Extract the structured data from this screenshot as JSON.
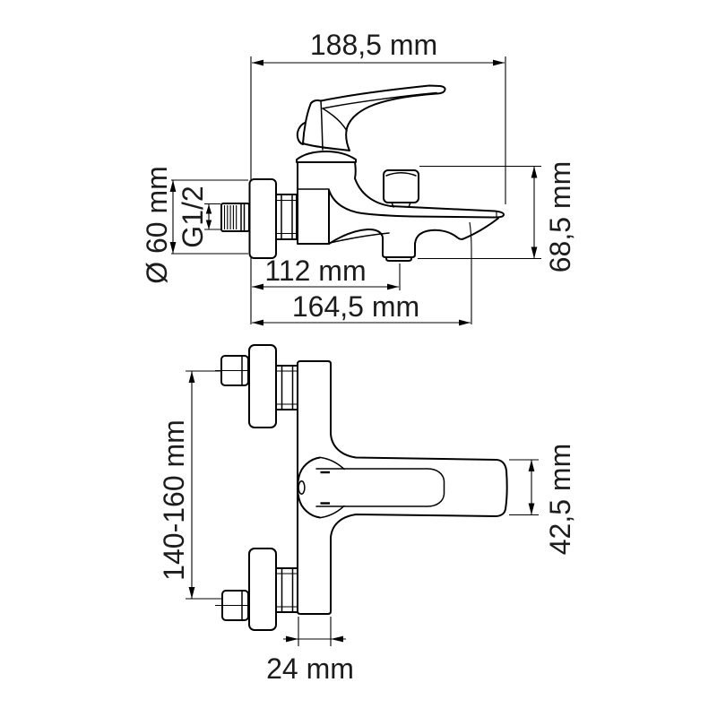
{
  "canvas": {
    "background": "#ffffff",
    "line_color": "#000000",
    "text_color": "#1c1c1c",
    "units": "mm"
  },
  "side_view": {
    "name": "faucet-side-projection",
    "dims": {
      "total_depth": "188,5 mm",
      "spout_height": "68,5 mm",
      "flange_diameter": "Ø 60 mm",
      "thread_size": "G1/2",
      "spout_reach": "112 mm",
      "overall_reach": "164,5 mm"
    }
  },
  "front_view": {
    "name": "faucet-front-projection",
    "dims": {
      "mounting_centers": "140-160 mm",
      "handle_height": "42,5 mm",
      "body_width": "24 mm"
    }
  }
}
